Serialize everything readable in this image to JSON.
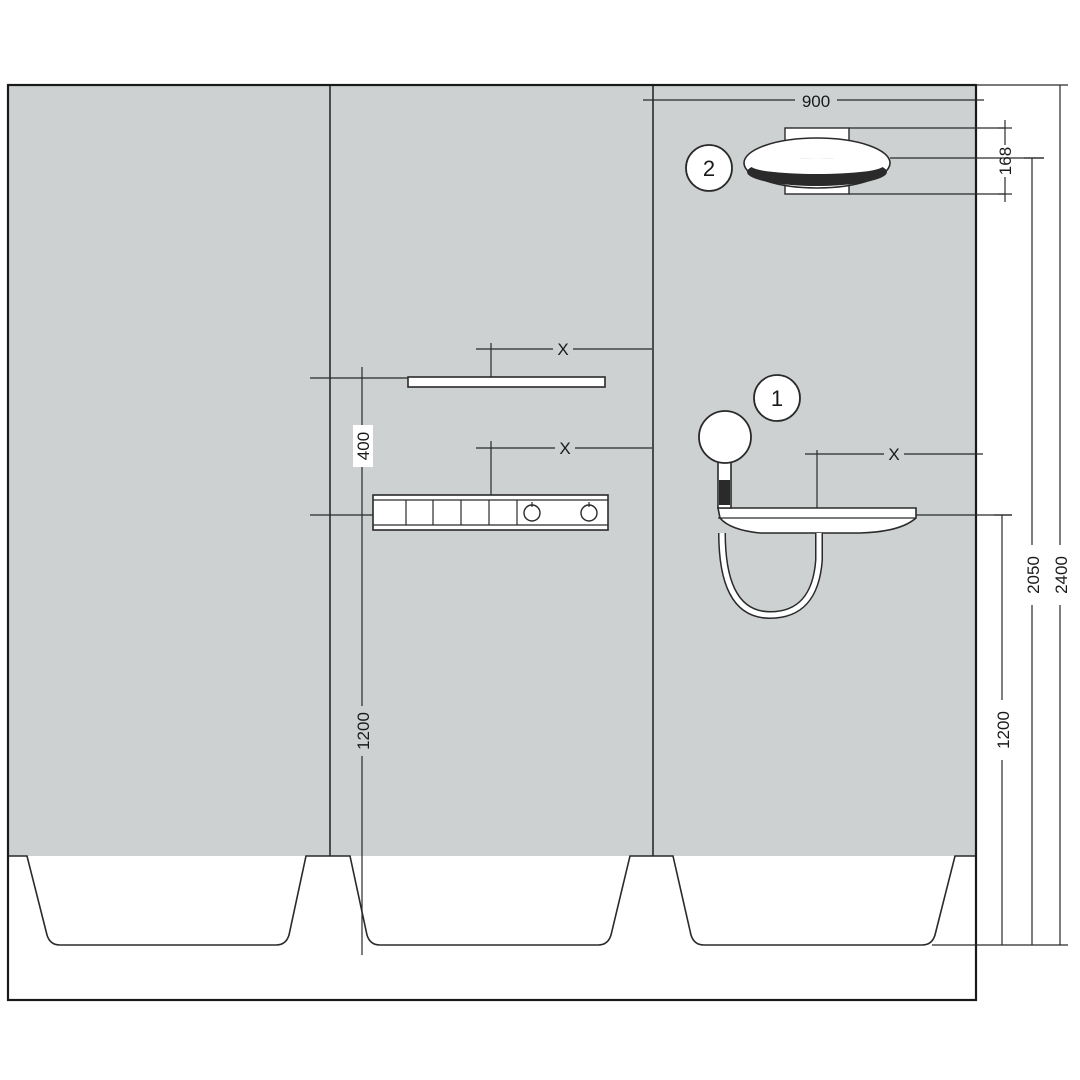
{
  "dimensions": {
    "module_width": "900",
    "shower_head_height": "168",
    "shelf_spacing": "400",
    "thermostat_height_left": "1200",
    "shelf_height_right": "1200",
    "overhead_height": "2050",
    "total_height": "2400",
    "offset_x_top": "X",
    "offset_x_middle": "X",
    "offset_x_right": "X"
  },
  "markers": {
    "hand_shower": "1",
    "overhead_shower": "2"
  },
  "colors": {
    "wall": "#cdd1d2",
    "lines": "#2a2a2a",
    "background": "#ffffff"
  }
}
